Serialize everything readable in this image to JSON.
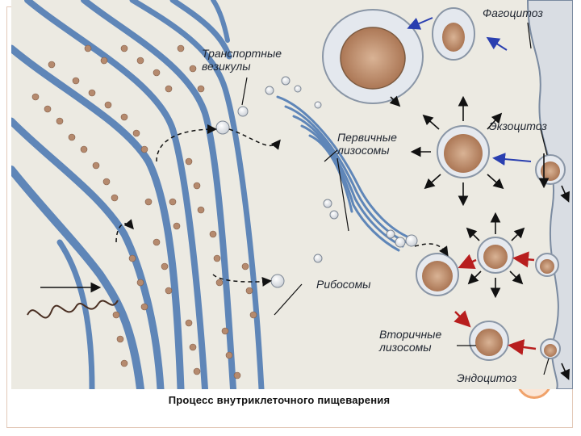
{
  "labels": {
    "phagocytosis": "Фагоцитоз",
    "transport_vesicles": "Транспортные\nвезикулы",
    "exocytosis": "Экзоцитоз",
    "primary_lysosomes": "Первичные\nлизосомы",
    "ribosomes": "Рибосомы",
    "secondary_lysosomes": "Вторичные\nлизосомы",
    "endocytosis": "Эндоцитоз"
  },
  "caption": "Процесс внутриклеточного пищеварения",
  "colors": {
    "membrane_blue": "#5f86b8",
    "ribosome_brown": "#b58a6e",
    "lysosome_content": "#c79a7a",
    "arrow_black": "#111111",
    "arrow_blue": "#2a3fb0",
    "arrow_red": "#b81e1e",
    "background": "#eceae2"
  }
}
